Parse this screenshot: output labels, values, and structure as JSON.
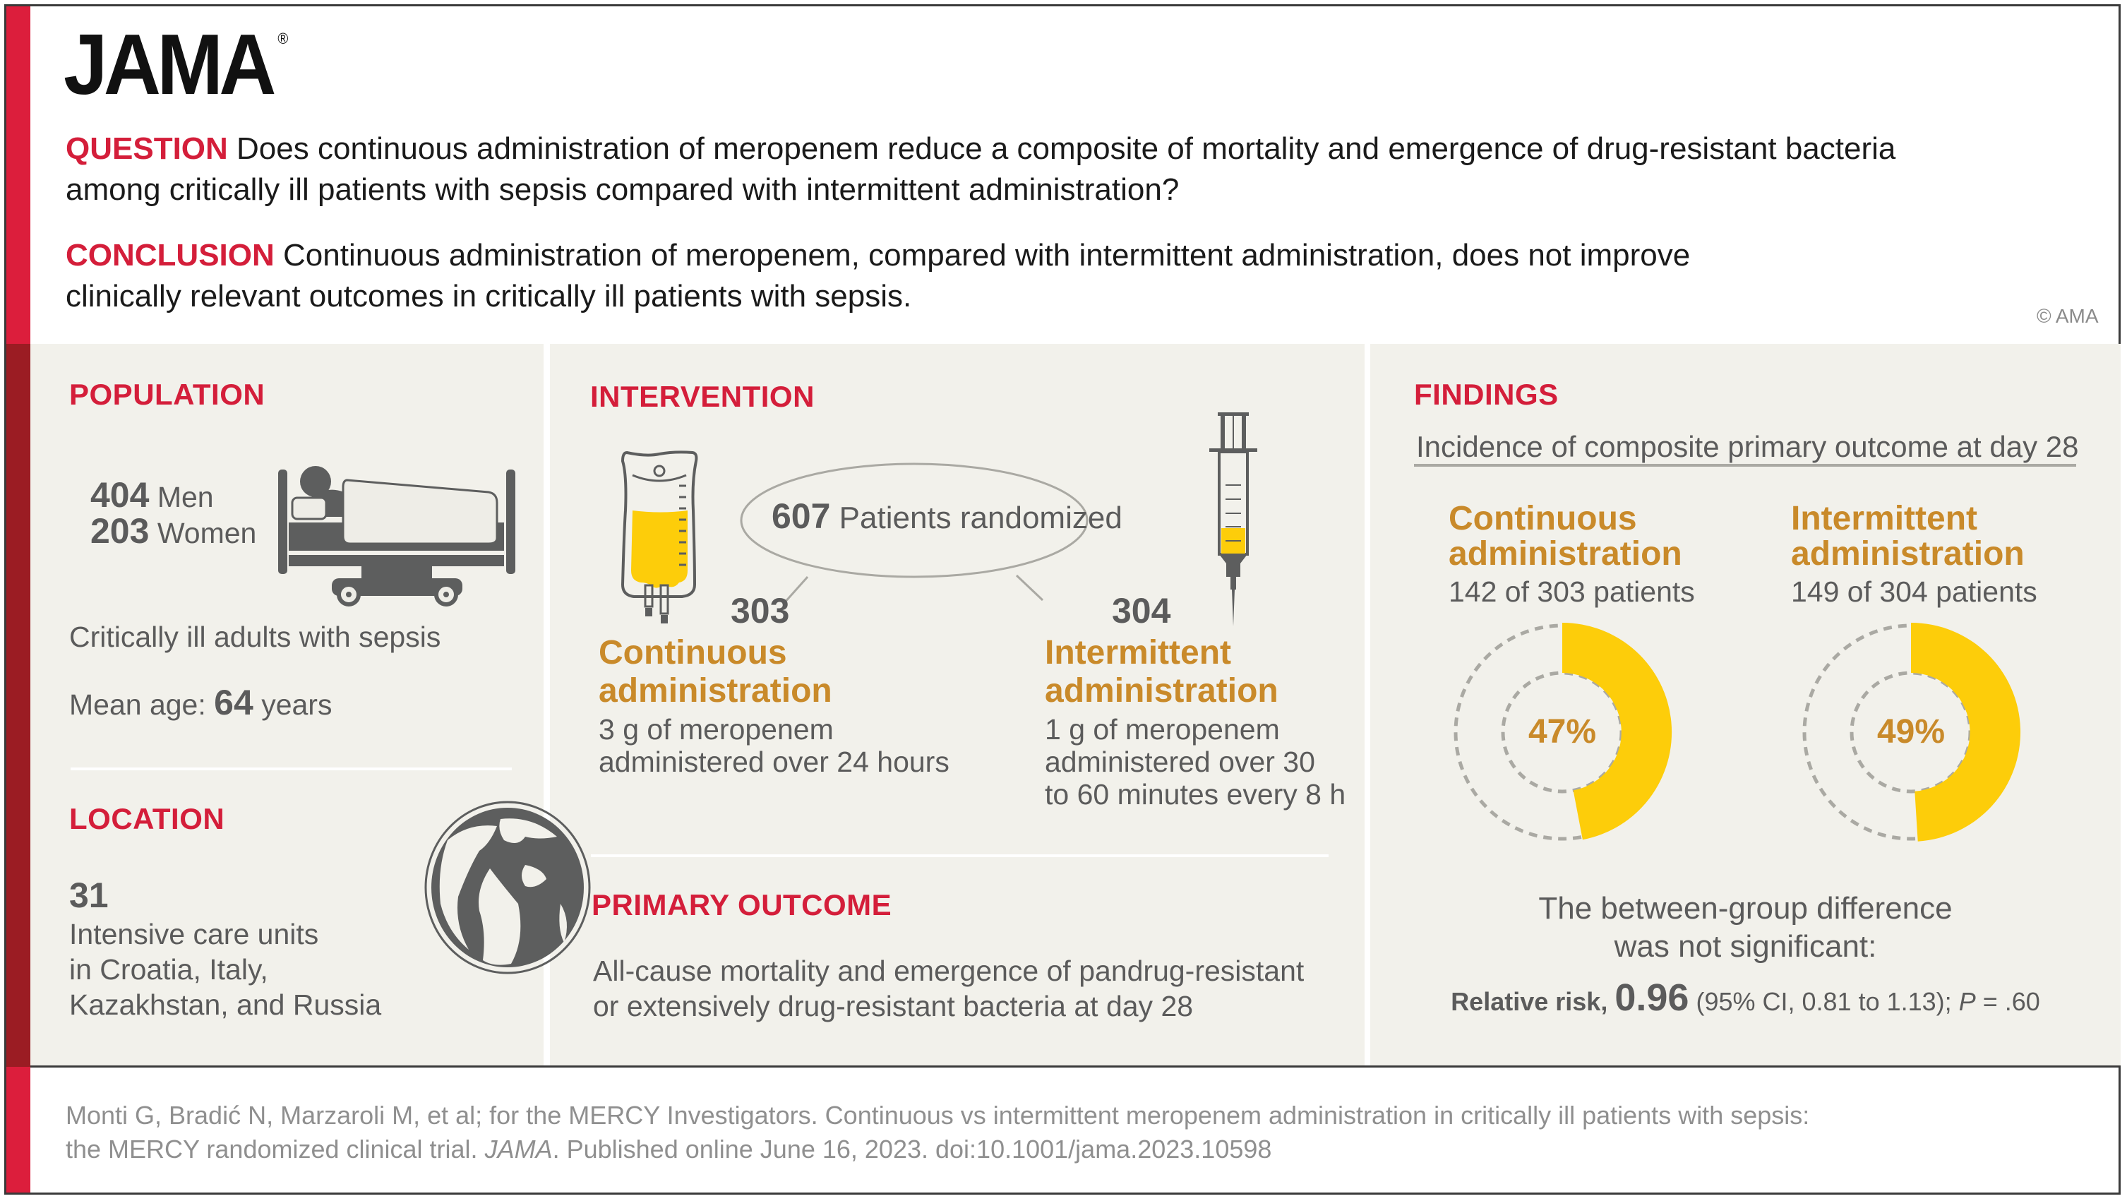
{
  "header": {
    "logo": "JAMA",
    "logo_mark": "®",
    "question_label": "QUESTION",
    "question_line1": "Does continuous administration of meropenem reduce a composite of mortality and emergence of drug-resistant bacteria",
    "question_line2": "among critically ill patients with sepsis compared with intermittent administration?",
    "conclusion_label": "CONCLUSION",
    "conclusion_line1": "Continuous administration of meropenem, compared with intermittent administration, does not improve",
    "conclusion_line2": "clinically relevant outcomes in critically ill patients with sepsis.",
    "copyright": "© AMA"
  },
  "population": {
    "heading": "POPULATION",
    "men_count": "404",
    "men_label": "Men",
    "women_count": "203",
    "women_label": "Women",
    "description": "Critically ill adults with sepsis",
    "mean_age_label": "Mean age:",
    "mean_age_value": "64",
    "mean_age_unit": "years",
    "icon": "hospital-bed-icon"
  },
  "location": {
    "heading": "LOCATION",
    "count": "31",
    "line1": "Intensive care units",
    "line2": "in Croatia, Italy,",
    "line3": "Kazakhstan, and Russia",
    "icon": "globe-icon"
  },
  "intervention": {
    "heading": "INTERVENTION",
    "randomized_count": "607",
    "randomized_label": "Patients randomized",
    "continuous": {
      "count": "303",
      "title_line1": "Continuous",
      "title_line2": "administration",
      "detail_line1": "3 g of meropenem",
      "detail_line2": "administered over 24 hours",
      "icon": "iv-bag-icon"
    },
    "intermittent": {
      "count": "304",
      "title_line1": "Intermittent",
      "title_line2": "administration",
      "detail_line1": "1 g of meropenem",
      "detail_line2": "administered over 30",
      "detail_line3": "to 60 minutes every 8 h",
      "icon": "syringe-icon"
    }
  },
  "primary_outcome": {
    "heading": "PRIMARY OUTCOME",
    "line1": "All-cause mortality and emergence of pandrug-resistant",
    "line2": "or extensively drug-resistant bacteria at day 28"
  },
  "findings": {
    "heading": "FINDINGS",
    "subtitle": "Incidence of composite primary outcome at day 28",
    "groups": [
      {
        "title_line1": "Continuous",
        "title_line2": "administration",
        "count_text": "142 of 303 patients",
        "percent_label": "47%",
        "percent": 47
      },
      {
        "title_line1": "Intermittent",
        "title_line2": "administration",
        "count_text": "149 of 304 patients",
        "percent_label": "49%",
        "percent": 49
      }
    ],
    "summary_line1": "The between-group difference",
    "summary_line2": "was not significant:",
    "rr_label": "Relative risk,",
    "rr_value": "0.96",
    "rr_ci": "(95% CI, 0.81 to 1.13);",
    "p_label": "P",
    "p_value": "= .60"
  },
  "citation": {
    "line1": "Monti G, Bradić N, Marzaroli M, et al; for the MERCY Investigators. Continuous vs intermittent meropenem administration in critically ill patients with sepsis:",
    "line2_pre": "the MERCY randomized clinical trial.",
    "line2_journal": "JAMA",
    "line2_post": ". Published online June 16, 2023. doi:10.1001/jama.2023.10598"
  },
  "colors": {
    "brand_red": "#DC1E3C",
    "dark_red": "#9B1C23",
    "panel_bg": "#F2F1EB",
    "gold_text": "#C98A2A",
    "yellow_fill": "#FDCD0A",
    "gray_text": "#5b5b5b",
    "dash_gray": "#AAA9A3"
  },
  "chart_data": {
    "type": "pie",
    "title": "Incidence of composite primary outcome at day 28",
    "categories": [
      "Continuous administration",
      "Intermittent administration"
    ],
    "values": [
      47,
      49
    ],
    "counts": [
      [
        142,
        303
      ],
      [
        149,
        304
      ]
    ],
    "unit": "%"
  }
}
